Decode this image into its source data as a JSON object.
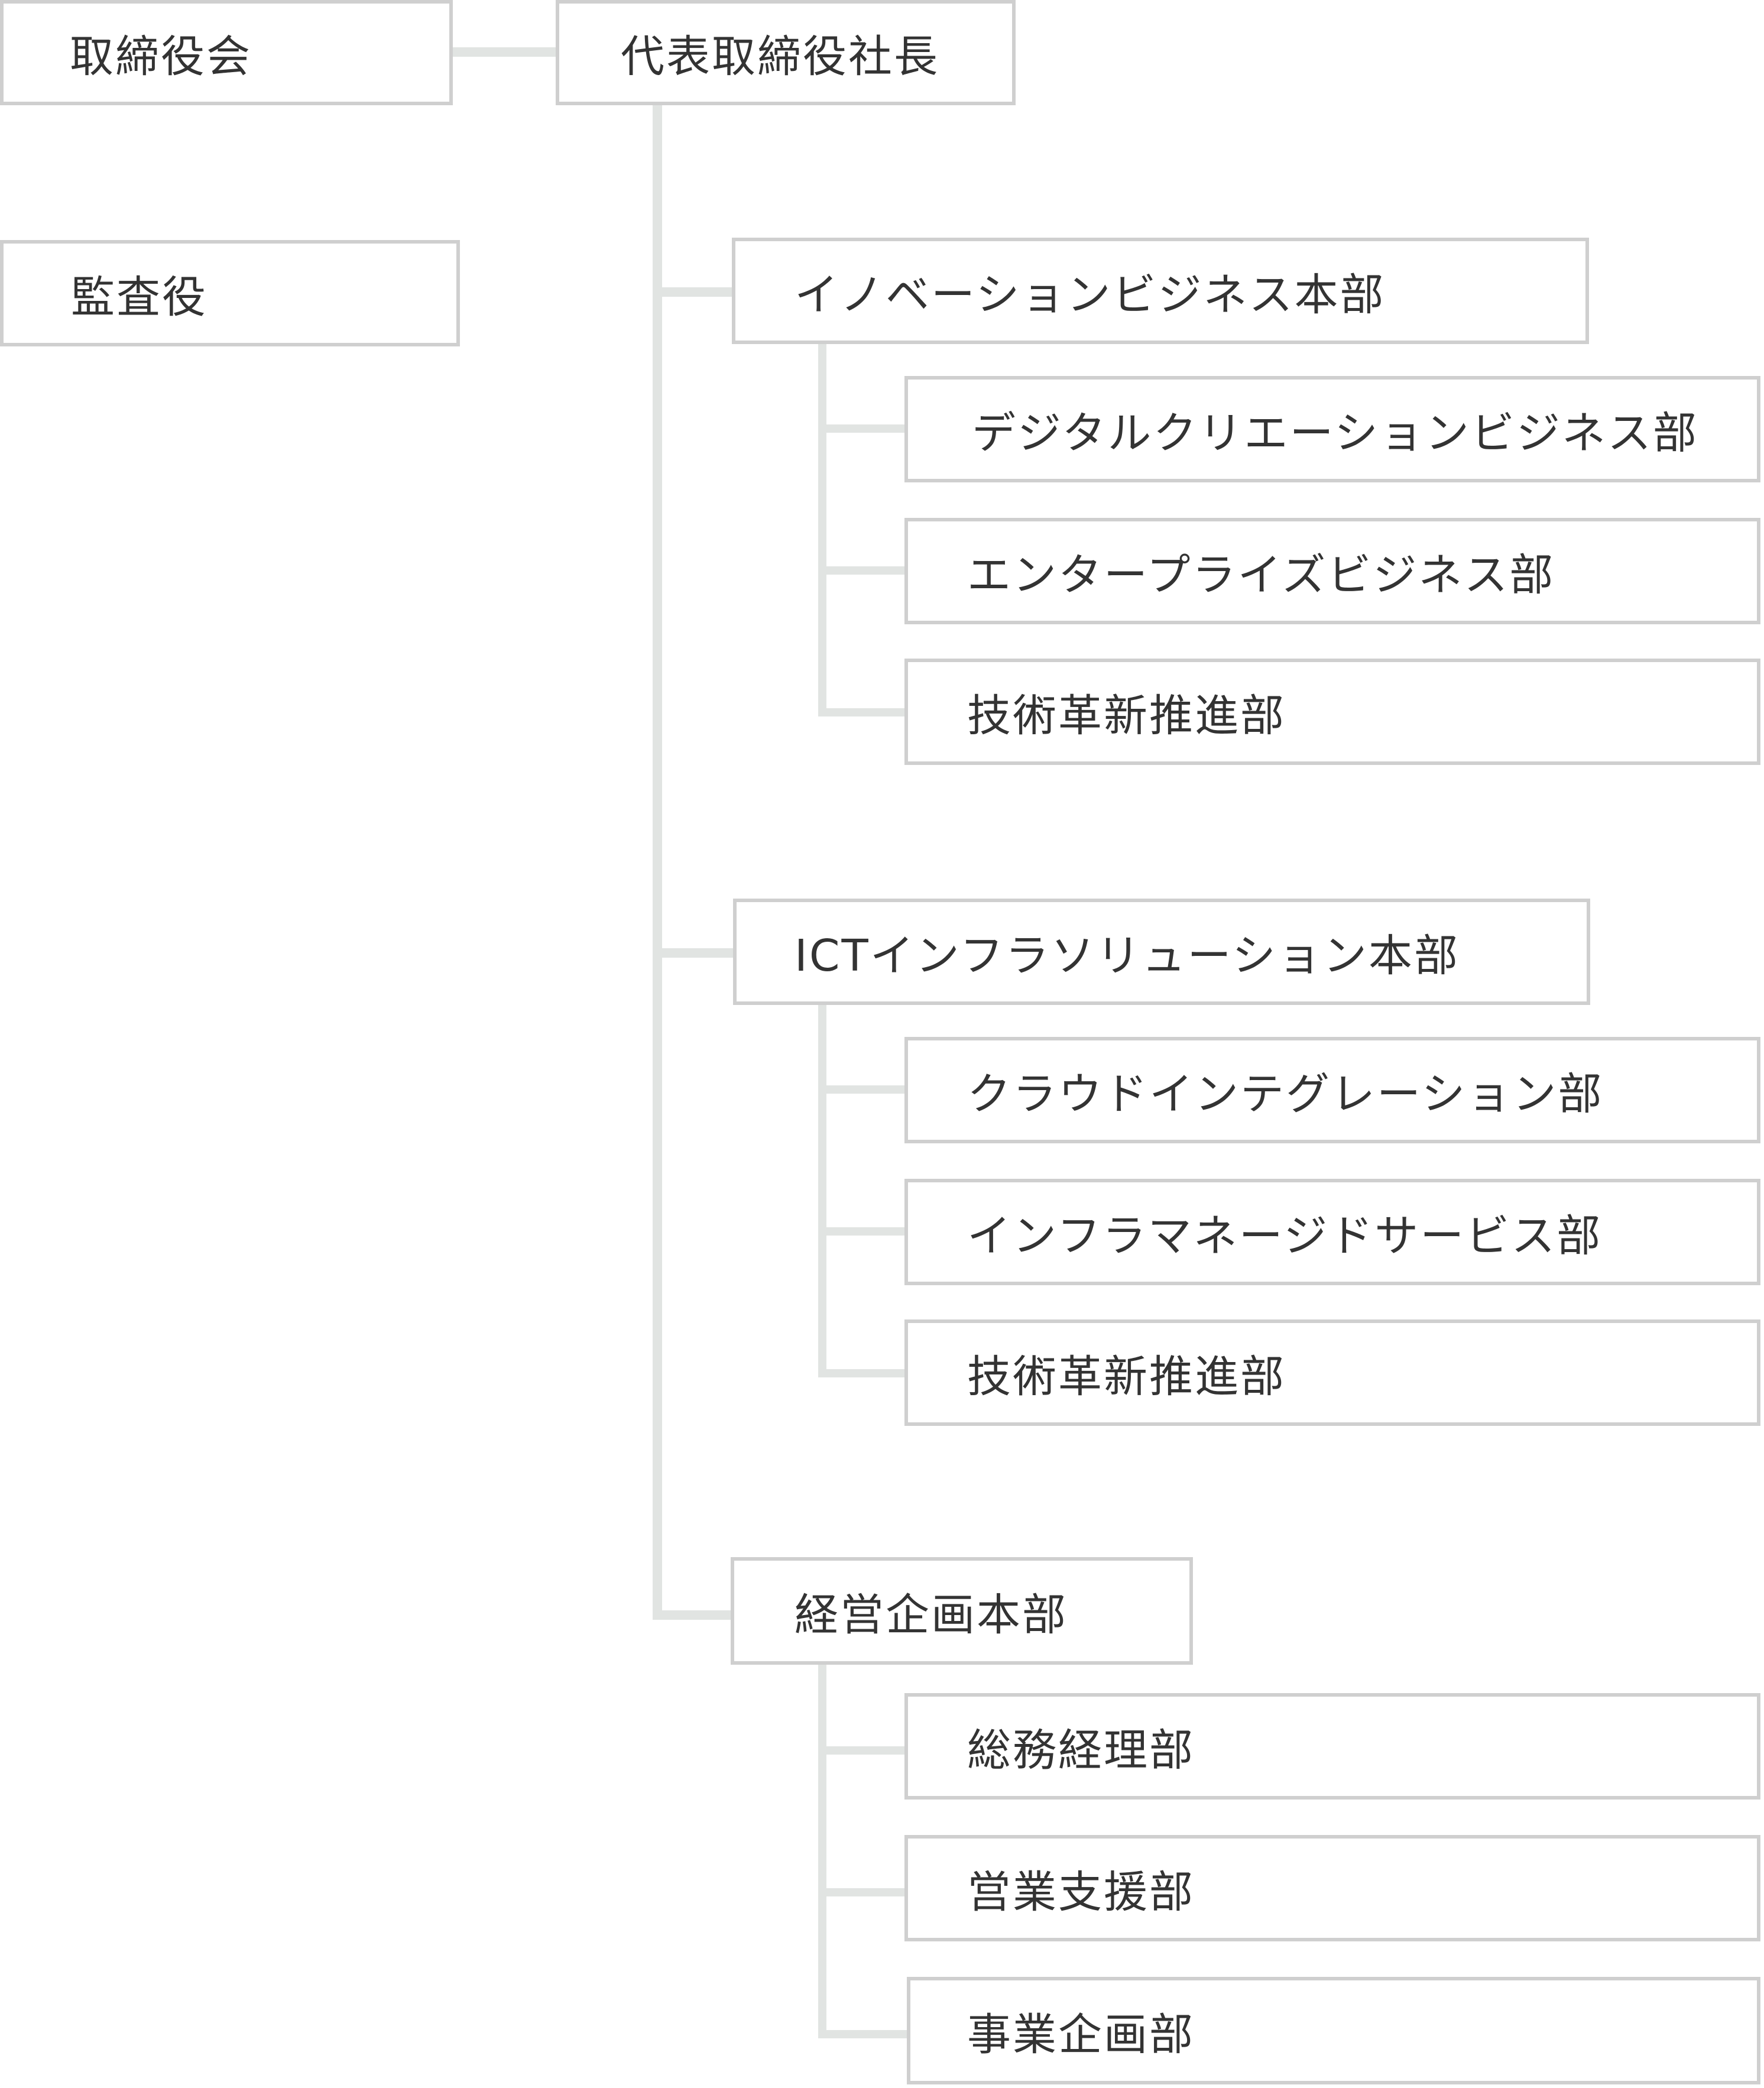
{
  "board": {
    "label": "取締役会"
  },
  "president": {
    "label": "代表取締役社長"
  },
  "auditor": {
    "label": "監査役"
  },
  "divisions": [
    {
      "label": "イノベーションビジネス本部",
      "departments": [
        "デジタルクリエーションビジネス部",
        "エンタープライズビジネス部",
        "技術革新推進部"
      ]
    },
    {
      "label": "ICTインフラソリューション本部",
      "departments": [
        "クラウドインテグレーション部",
        "インフラマネージドサービス部",
        "技術革新推進部"
      ]
    },
    {
      "label": "経営企画本部",
      "departments": [
        "総務経理部",
        "営業支援部",
        "事業企画部"
      ]
    }
  ],
  "colors": {
    "box_border": "#cfcfcf",
    "connector": "#e1e4e2",
    "text": "#333333"
  }
}
